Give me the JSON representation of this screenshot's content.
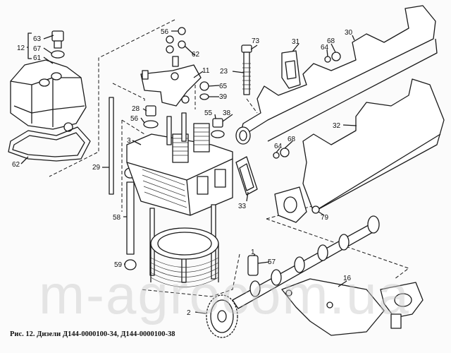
{
  "caption": "Рис. 12. Дизели Д144-0000100-34, Д144-0000100-38",
  "watermark": "m-agrocom.ua",
  "labels": [
    "12",
    "63",
    "67",
    "61",
    "62",
    "56",
    "62",
    "11",
    "65",
    "39",
    "28",
    "56",
    "3",
    "29",
    "55",
    "38",
    "73",
    "23",
    "31",
    "64",
    "68",
    "30",
    "32",
    "64",
    "68",
    "33",
    "79",
    "58",
    "59",
    "1",
    "57",
    "16",
    "2"
  ]
}
